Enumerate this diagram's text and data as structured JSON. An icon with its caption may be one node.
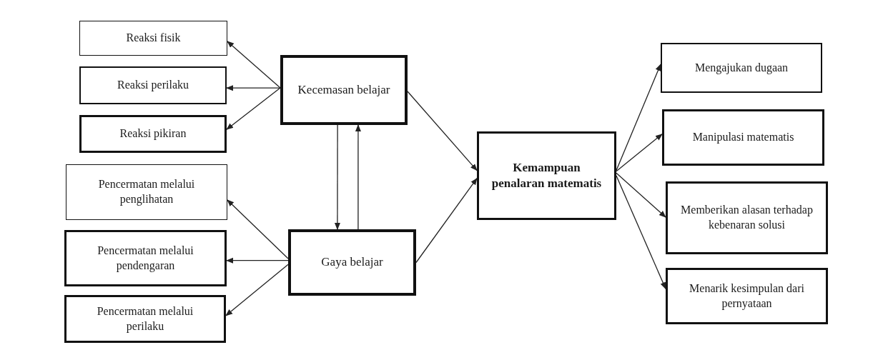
{
  "diagram": {
    "nodes": [
      {
        "text": [
          "Kecemasan belajar"
        ]
      },
      {
        "text": [
          "Reaksi fisik"
        ]
      },
      {
        "text": [
          "Reaksi perilaku"
        ]
      },
      {
        "text": [
          "Reaksi pikiran"
        ]
      },
      {
        "text": [
          "Gaya belajar"
        ]
      },
      {
        "text": [
          "Pencermatan melalui penglihatan"
        ]
      },
      {
        "text": [
          "Pencermatan melalui pendengaran"
        ]
      },
      {
        "text": [
          "Pencermatan melalui perilaku"
        ]
      },
      {
        "text": [
          "Kemampuan penalaran matematis"
        ]
      },
      {
        "text": [
          "Mengajukan dugaan"
        ]
      },
      {
        "text": [
          "Manipulasi matematis"
        ]
      },
      {
        "text": [
          "Memberikan alasan terhadap kebenaran solusi"
        ]
      },
      {
        "text": [
          "Menarik kesimpulan dari pernyataan"
        ]
      }
    ],
    "edges": [
      {
        "from": 0,
        "to": 1,
        "arrow": "to"
      },
      {
        "from": 0,
        "to": 2,
        "arrow": "to"
      },
      {
        "from": 0,
        "to": 3,
        "arrow": "to"
      },
      {
        "from": 0,
        "to": 4,
        "arrow": "to"
      },
      {
        "from": 4,
        "to": 0,
        "arrow": "to"
      },
      {
        "from": 4,
        "to": 5,
        "arrow": "to"
      },
      {
        "from": 4,
        "to": 6,
        "arrow": "to"
      },
      {
        "from": 4,
        "to": 7,
        "arrow": "to"
      },
      {
        "from": 0,
        "to": 8,
        "arrow": "to"
      },
      {
        "from": 4,
        "to": 8,
        "arrow": "to"
      },
      {
        "from": 8,
        "to": 9,
        "arrow": "to"
      },
      {
        "from": 8,
        "to": 10,
        "arrow": "to"
      },
      {
        "from": 8,
        "to": 11,
        "arrow": "to"
      },
      {
        "from": 8,
        "to": 12,
        "arrow": "to"
      }
    ]
  }
}
